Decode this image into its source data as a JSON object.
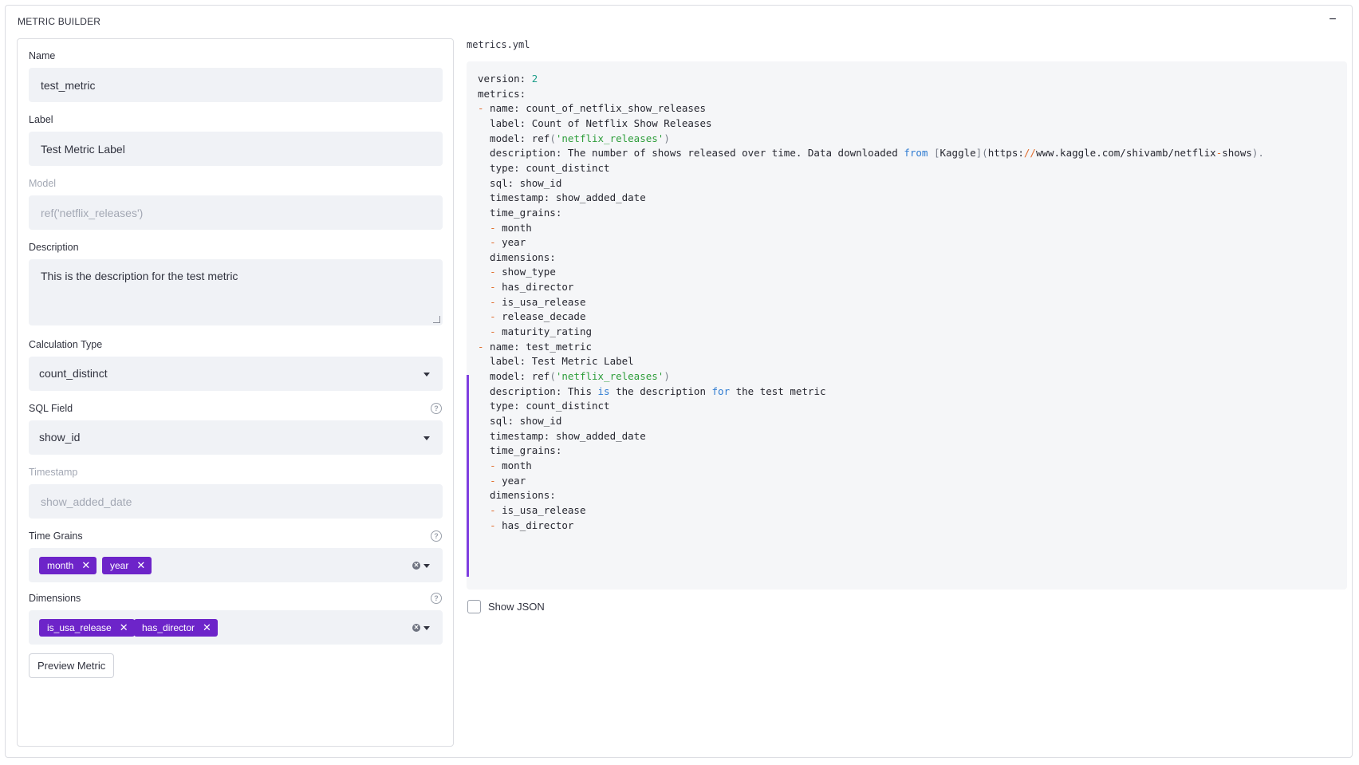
{
  "panel": {
    "title": "METRIC BUILDER",
    "collapse_symbol": "−"
  },
  "form": {
    "name": {
      "label": "Name",
      "value": "test_metric"
    },
    "label": {
      "label": "Label",
      "value": "Test Metric Label"
    },
    "model": {
      "label": "Model",
      "value": "ref('netflix_releases')"
    },
    "description": {
      "label": "Description",
      "value": "This is the description for the test metric"
    },
    "calculation_type": {
      "label": "Calculation Type",
      "value": "count_distinct"
    },
    "sql_field": {
      "label": "SQL Field",
      "value": "show_id",
      "help": "?"
    },
    "timestamp": {
      "label": "Timestamp",
      "value": "show_added_date"
    },
    "time_grains": {
      "label": "Time Grains",
      "help": "?",
      "tags": [
        "month",
        "year"
      ],
      "tag_remove": "✕"
    },
    "dimensions": {
      "label": "Dimensions",
      "help": "?",
      "tags": [
        "is_usa_release",
        "has_director"
      ],
      "tag_remove": "✕"
    },
    "preview_button": "Preview Metric"
  },
  "code": {
    "filename": "metrics.yml",
    "lines": [
      "version: 2",
      "metrics:",
      "- name: count_of_netflix_show_releases",
      "  label: Count of Netflix Show Releases",
      "  model: ref('netflix_releases')",
      "  description: The number of shows released over time. Data downloaded from [Kaggle](https://www.kaggle.com/shivamb/netflix-shows).",
      "  type: count_distinct",
      "  sql: show_id",
      "  timestamp: show_added_date",
      "  time_grains:",
      "  - month",
      "  - year",
      "  dimensions:",
      "  - show_type",
      "  - has_director",
      "  - is_usa_release",
      "  - release_decade",
      "  - maturity_rating",
      "- name: test_metric",
      "  label: Test Metric Label",
      "  model: ref('netflix_releases')",
      "  description: This is the description for the test metric",
      "  type: count_distinct",
      "  sql: show_id",
      "  timestamp: show_added_date",
      "  time_grains:",
      "  - month",
      "  - year",
      "  dimensions:",
      "  - is_usa_release",
      "  - has_director"
    ]
  },
  "show_json": {
    "label": "Show JSON",
    "checked": false
  },
  "colors": {
    "accent": "#6d24c9",
    "highlight_bar": "#7e3fe0",
    "code_bg": "#f5f6f8",
    "field_bg": "#f0f2f6"
  }
}
